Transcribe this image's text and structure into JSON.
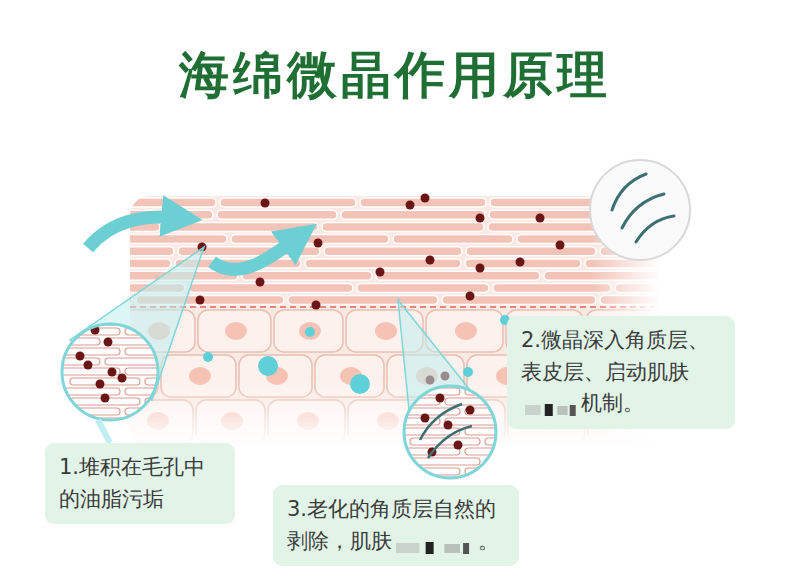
{
  "diagram": {
    "title": "海绵微晶作用原理",
    "nodes": [
      {
        "text": [
          "1.堆积在毛孔中的油脂污垢"
        ]
      },
      {
        "text": [
          "2.微晶深入角质层、表皮层、启动肌肤",
          "机制。"
        ]
      },
      {
        "text": [
          "3.老化的角质层自然的剥除，肌肤",
          "。"
        ]
      }
    ]
  }
}
